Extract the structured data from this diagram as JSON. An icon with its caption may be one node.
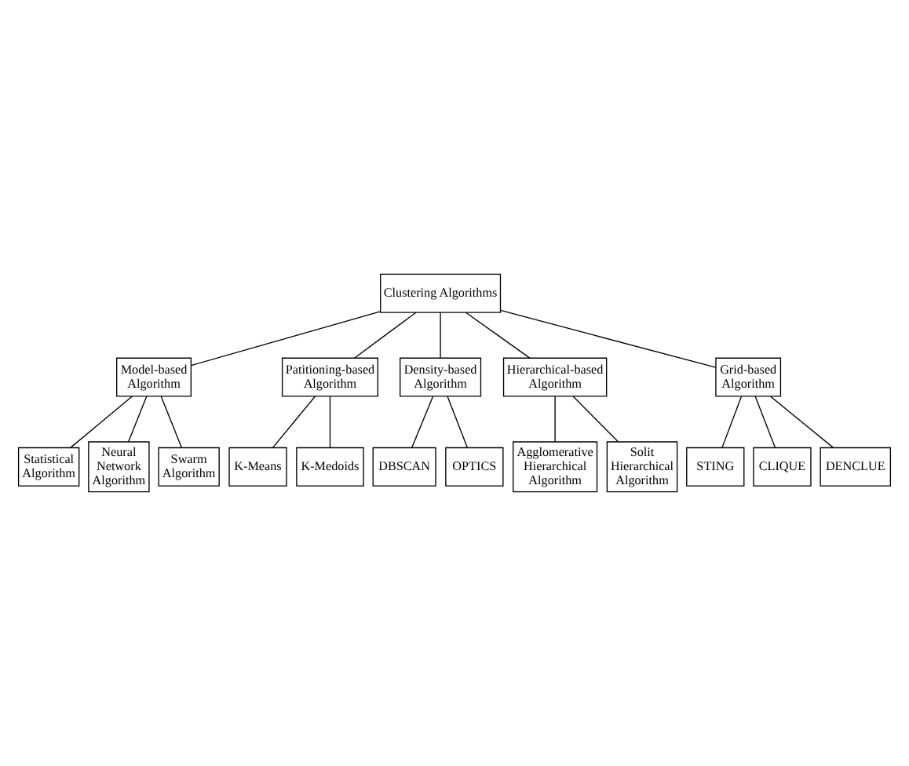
{
  "diagram": {
    "nodes": [
      {
        "text": [
          "Clustering Algorithms"
        ]
      },
      {
        "text": [
          "Model-based Algorithm"
        ]
      },
      {
        "text": [
          "Patitioning-based Algorithm"
        ]
      },
      {
        "text": [
          "Density-based Algorithm"
        ]
      },
      {
        "text": [
          "Hierarchical-based Algorithm"
        ]
      },
      {
        "text": [
          "Grid-based Algorithm"
        ]
      },
      {
        "text": [
          "Statistical Algorithm"
        ]
      },
      {
        "text": [
          "Neural Network Algorithm"
        ]
      },
      {
        "text": [
          "Swarm Algorithm"
        ]
      },
      {
        "text": [
          "K-Means"
        ]
      },
      {
        "text": [
          "K-Medoids"
        ]
      },
      {
        "text": [
          "DBSCAN"
        ]
      },
      {
        "text": [
          "OPTICS"
        ]
      },
      {
        "text": [
          "Agglomerative Hierarchical Algorithm"
        ]
      },
      {
        "text": [
          "Solit Hierarchical Algorithm"
        ]
      },
      {
        "text": [
          "STING"
        ]
      },
      {
        "text": [
          "CLIQUE"
        ]
      },
      {
        "text": [
          "DENCLUE"
        ]
      }
    ],
    "edges": [
      {
        "from": 0,
        "to": 1,
        "arrow": "none"
      },
      {
        "from": 0,
        "to": 2,
        "arrow": "none"
      },
      {
        "from": 0,
        "to": 3,
        "arrow": "none"
      },
      {
        "from": 0,
        "to": 4,
        "arrow": "none"
      },
      {
        "from": 0,
        "to": 5,
        "arrow": "none"
      },
      {
        "from": 1,
        "to": 6,
        "arrow": "none"
      },
      {
        "from": 1,
        "to": 7,
        "arrow": "none"
      },
      {
        "from": 1,
        "to": 8,
        "arrow": "none"
      },
      {
        "from": 2,
        "to": 9,
        "arrow": "none"
      },
      {
        "from": 2,
        "to": 10,
        "arrow": "none"
      },
      {
        "from": 3,
        "to": 11,
        "arrow": "none"
      },
      {
        "from": 3,
        "to": 12,
        "arrow": "none"
      },
      {
        "from": 4,
        "to": 13,
        "arrow": "none"
      },
      {
        "from": 4,
        "to": 14,
        "arrow": "none"
      },
      {
        "from": 5,
        "to": 15,
        "arrow": "none"
      },
      {
        "from": 5,
        "to": 16,
        "arrow": "none"
      },
      {
        "from": 5,
        "to": 17,
        "arrow": "none"
      }
    ]
  }
}
